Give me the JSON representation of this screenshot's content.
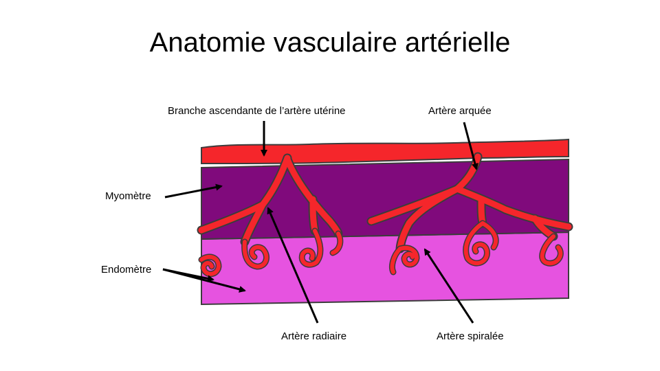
{
  "title": "Anatomie vasculaire artérielle",
  "labels": {
    "branch": "Branche ascendante de l’artère utérine",
    "arcuate": "Artère arquée",
    "myometrium": "Myomètre",
    "endometrium": "Endomètre",
    "radial": "Artère radiaire",
    "spiral": "Artère spiralée"
  },
  "colors": {
    "artery": "#f5262b",
    "myometrium": "#800a7c",
    "endometrium": "#e653e0",
    "outline": "#3c3c3c"
  }
}
